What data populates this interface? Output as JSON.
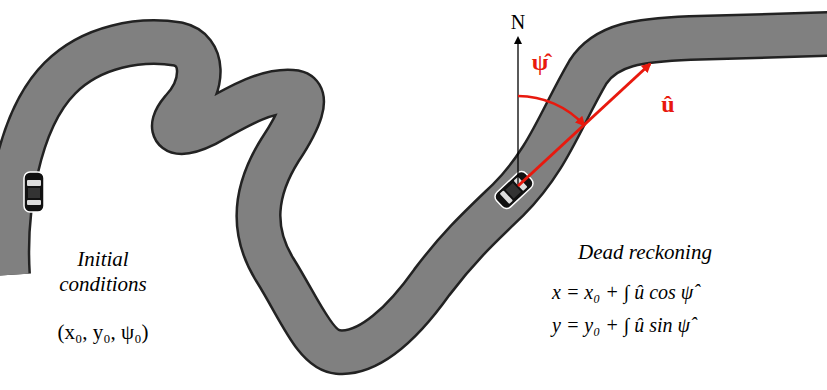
{
  "diagram": {
    "labels": [
      "N",
      "ψ̂",
      "û",
      "Initial conditions",
      "(x₀, y₀, ψ₀)",
      "Dead reckoning",
      "x = x₀ + ∫ û cos ψ̂",
      "y = y₀ + ∫ û sin ψ̂"
    ]
  }
}
